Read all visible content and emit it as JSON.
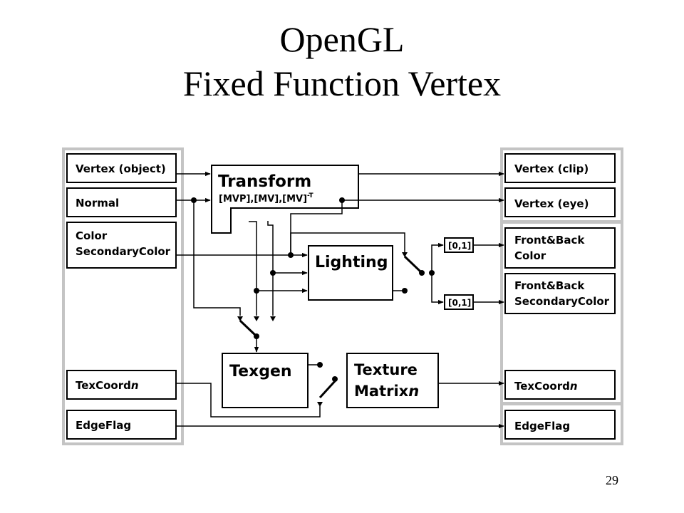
{
  "slide": {
    "title_line1": "OpenGL",
    "title_line2": "Fixed Function Vertex",
    "page_number": "29"
  },
  "inputs": {
    "vertex_object": "Vertex (object)",
    "normal": "Normal",
    "color_line1": "Color",
    "color_line2": "SecondaryColor",
    "texcoord_base": "TexCoord",
    "texcoord_suffix": "n",
    "edgeflag": "EdgeFlag"
  },
  "stages": {
    "transform": "Transform",
    "transform_matrices": "[MVP],[MV],[MV]",
    "transform_sup": "-T",
    "lighting": "Lighting",
    "clamp_upper": "[0,1]",
    "clamp_lower": "[0,1]",
    "texgen": "Texgen",
    "texture_matrix_line1": "Texture",
    "texture_matrix_line2_base": "Matrix",
    "texture_matrix_line2_suffix": "n"
  },
  "outputs": {
    "vertex_clip": "Vertex (clip)",
    "vertex_eye": "Vertex (eye)",
    "front_back_color_line1": "Front&Back",
    "front_back_color_line2": "Color",
    "front_back_secondary_line1": "Front&Back",
    "front_back_secondary_line2": "SecondaryColor",
    "texcoord_base": "TexCoord",
    "texcoord_suffix": "n",
    "edgeflag": "EdgeFlag"
  }
}
